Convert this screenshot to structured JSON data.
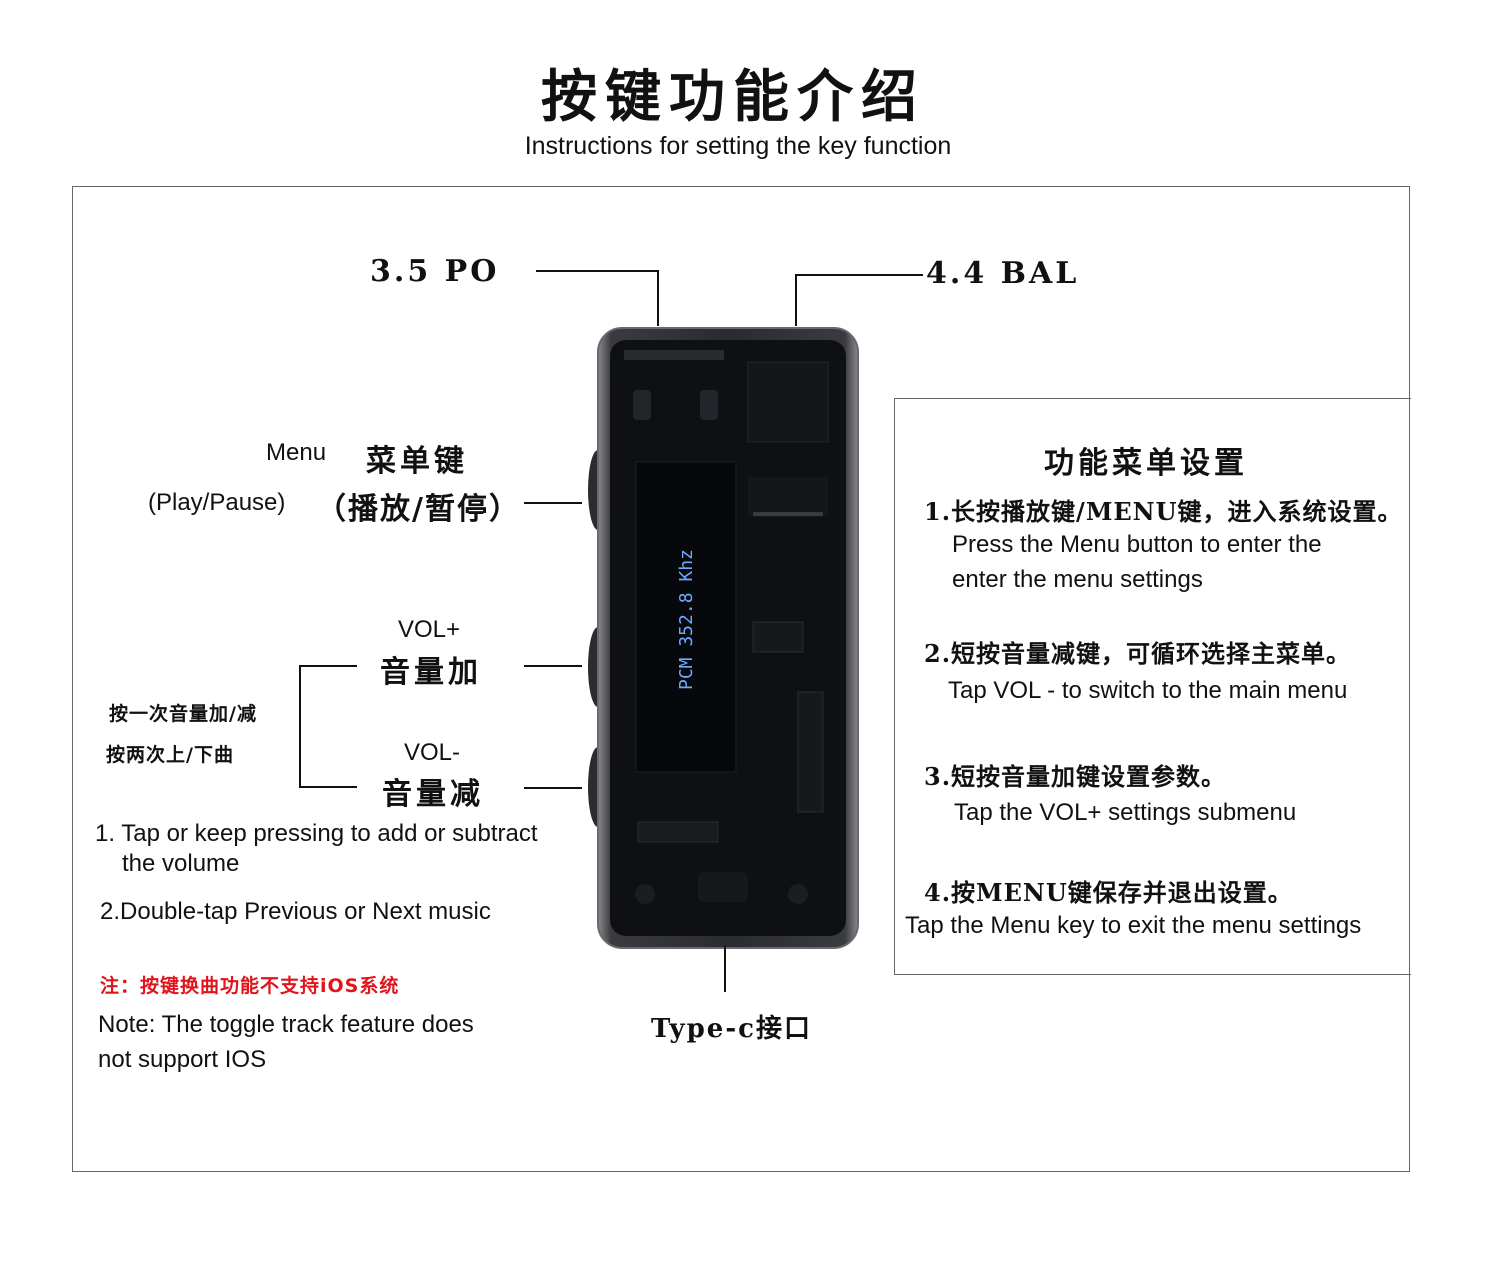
{
  "header": {
    "title": "按键功能介绍",
    "subtitle": "Instructions for setting the key function"
  },
  "ports": {
    "po": "3.5 PO",
    "bal": "4.4 BAL",
    "typec": "Type-c接口"
  },
  "device": {
    "screen_text": "PCM 352.8 Khz"
  },
  "buttons": {
    "menu_en": "Menu",
    "menu_cn": "菜单键",
    "play_en": "(Play/Pause)",
    "play_cn": "（播放/暂停）",
    "volup_en": "VOL+",
    "volup_cn": "音量加",
    "voldown_en": "VOL-",
    "voldown_cn": "音量减",
    "bracket_cn_1": "按一次音量加/减",
    "bracket_cn_2": "按两次上/下曲"
  },
  "notes": {
    "tap1_line1": "1. Tap or keep pressing to add or subtract",
    "tap1_line2": "the volume",
    "tap2": "2.Double-tap Previous or Next music",
    "warning_cn": "注：按键换曲功能不支持iOS系统",
    "warning_en_line1": "Note: The toggle track feature does",
    "warning_en_line2": "not support IOS"
  },
  "menu_panel": {
    "title": "功能菜单设置",
    "steps": [
      {
        "cn": "1.长按播放键/MENU键，进入系统设置。",
        "en_line1": "Press the Menu button to enter the",
        "en_line2": "enter the menu settings"
      },
      {
        "cn": "2.短按音量减键，可循环选择主菜单。",
        "en_line1": "Tap VOL - to switch to the main menu"
      },
      {
        "cn": "3.短按音量加键设置参数。",
        "en_line1": "Tap the VOL+ settings submenu"
      },
      {
        "cn": "4.按MENU键保存并退出设置。",
        "en_line1": "Tap the Menu key to exit the menu settings"
      }
    ]
  },
  "colors": {
    "warning": "#e0141b",
    "screen_text": "#6fa8ff",
    "device_body": "#1b1c20"
  }
}
